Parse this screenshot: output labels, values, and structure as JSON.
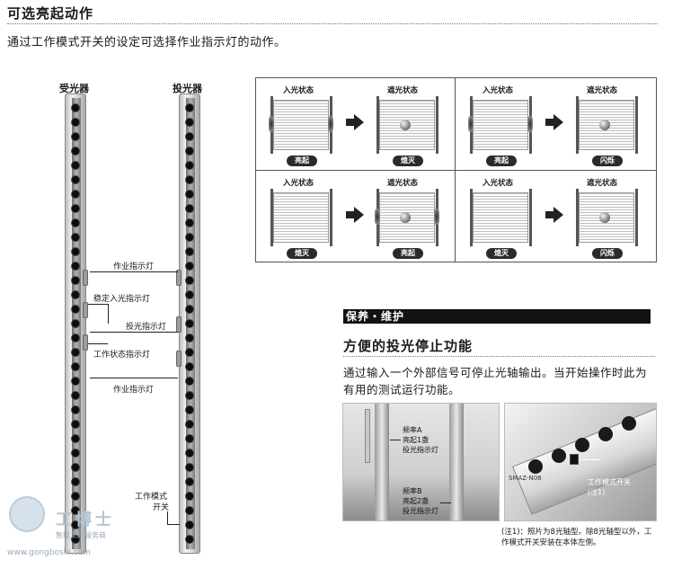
{
  "header": {
    "title": "可选亮起动作",
    "subtitle": "通过工作模式开关的设定可选择作业指示灯的动作。"
  },
  "sensors": {
    "receiver_label": "受光器",
    "emitter_label": "投光器",
    "callouts": {
      "work_indicator_top": "作业指示灯",
      "stable_light_indicator": "稳定入光指示灯",
      "emitter_indicator": "投光指示灯",
      "work_status_indicator": "工作状态指示灯",
      "work_indicator_bottom": "作业指示灯",
      "mode_switch_line1": "工作模式",
      "mode_switch_line2": "开关"
    }
  },
  "modes": {
    "cells": [
      {
        "left_title": "入光状态",
        "right_title": "遮光状态",
        "left_badge": "亮起",
        "right_badge": "熄灭"
      },
      {
        "left_title": "入光状态",
        "right_title": "遮光状态",
        "left_badge": "亮起",
        "right_badge": "闪烁"
      },
      {
        "left_title": "入光状态",
        "right_title": "遮光状态",
        "left_badge": "熄灭",
        "right_badge": "亮起"
      },
      {
        "left_title": "入光状态",
        "right_title": "遮光状态",
        "left_badge": "熄灭",
        "right_badge": "闪烁"
      }
    ]
  },
  "maintenance": {
    "section_label": "保养・维护",
    "title": "方便的投光停止功能",
    "body": "通过输入一个外部信号可停止光轴输出。当开始操作时此为有用的测试运行功能。",
    "photo_left": {
      "freq_a": "频率A",
      "freq_a_line2": "亮起1盏",
      "freq_a_line3": "投光指示灯",
      "freq_b": "频率B",
      "freq_b_line2": "亮起2盏",
      "freq_b_line3": "投光指示灯"
    },
    "photo_right": {
      "label_line1": "工作模式开关",
      "label_line2": "(注1)",
      "tag": "SMAZ-N08"
    },
    "note": "(注1)：照片为8光轴型。除8光轴型以外，工作模式开关安装在本体左侧。"
  },
  "watermark": {
    "logo": "工博士",
    "sub": "智能工厂服务商",
    "url": "www.gongboshi.com"
  },
  "colors": {
    "text": "#1a1a1a",
    "section_bar": "#121212",
    "lens": "#0d0d0d"
  }
}
